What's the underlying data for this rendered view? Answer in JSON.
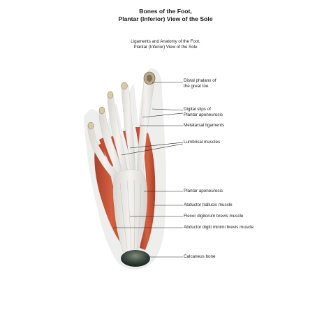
{
  "title": {
    "line1": "Bones of the Foot,",
    "line2": "Plantar (Inferior) View of the Sole"
  },
  "subtitle": {
    "line1": "Ligaments and Anatomy of the Foot,",
    "line2": "Plantar (Inferior) View of the Sole"
  },
  "labels": {
    "distal_phalanx": {
      "line1": "Distal phalanx of",
      "line2": "the great toe"
    },
    "digital_slips": {
      "line1": "Digital slips of",
      "line2": "Plantar aponeurosis"
    },
    "metatarsal_ligaments": "Metatarsal ligaments",
    "lumbrical_muscles": "Lumbrical muscles",
    "plantar_aponeurosis": "Plantar aponeurosis",
    "abductor_hallucis": "Abductor hallucis muscle",
    "flexor_digitorum_brevis": "Flexor digitorum brevis muscle",
    "abductor_digiti_minimi": "Abductor digiti minimi brevis muscle",
    "calcaneus": "Calcaneus bone"
  },
  "colors": {
    "muscle": "#c9553a",
    "tendon": "#e4e2de",
    "skin_outline": "#ececea",
    "bone": "#b9a98a",
    "heel_shadow": "#34413a"
  }
}
